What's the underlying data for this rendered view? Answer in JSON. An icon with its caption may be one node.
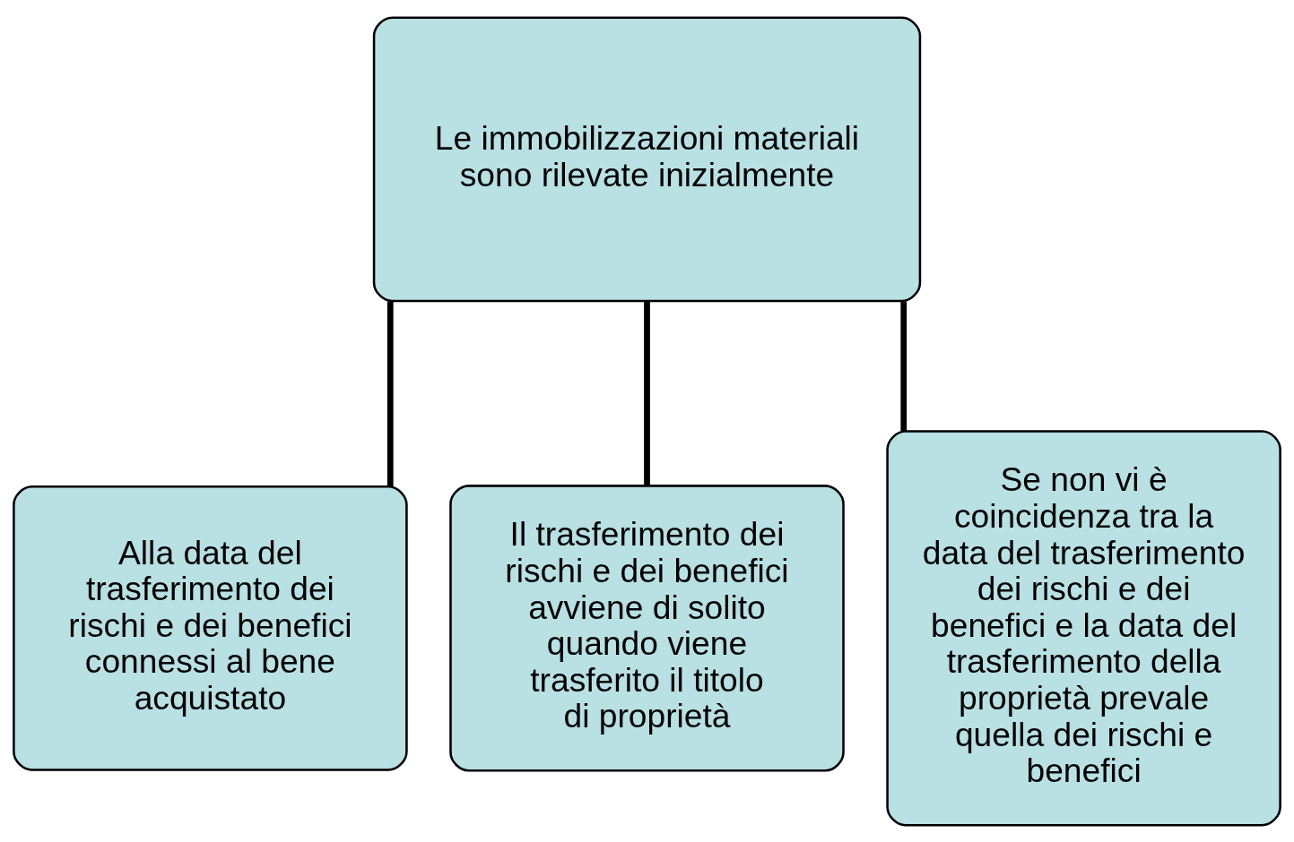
{
  "diagram": {
    "nodes": [
      {
        "text": [
          "Le immobilizzazioni materiali sono rilevate inizialmente"
        ]
      },
      {
        "text": [
          "Alla data del trasferimento dei rischi e dei benefici connessi al bene acquistato"
        ]
      },
      {
        "text": [
          "Il trasferimento dei rischi e dei benefici avviene di solito quando viene trasferito il titolo di proprietà"
        ]
      },
      {
        "text": [
          "Se non vi è coincidenza tra la data del trasferimento dei rischi e dei benefici e la data del trasferimento della proprietà prevale quella dei rischi e benefici"
        ]
      }
    ],
    "edges": [
      {
        "from": 0,
        "to": 1,
        "arrow": "none"
      },
      {
        "from": 0,
        "to": 2,
        "arrow": "none"
      },
      {
        "from": 0,
        "to": 3,
        "arrow": "none"
      }
    ]
  }
}
